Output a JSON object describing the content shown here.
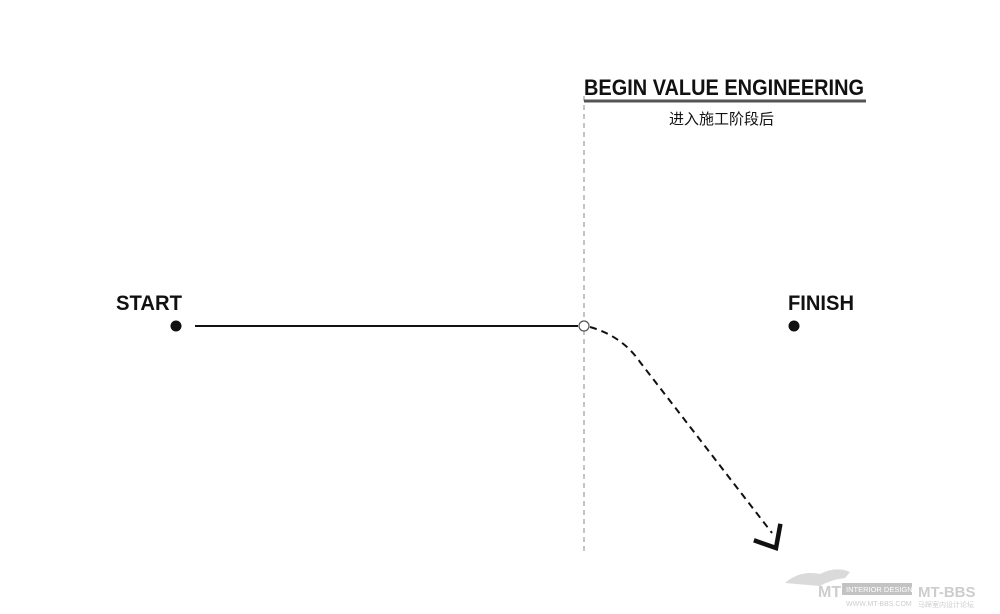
{
  "diagram": {
    "start_label": "START",
    "finish_label": "FINISH",
    "milestone_title": "BEGIN VALUE ENGINEERING",
    "milestone_subtitle": "进入施工阶段后"
  },
  "watermark": {
    "brand_left": "MT",
    "badge_text": "INTERIOR DESIGN",
    "url_text": "WWW.MT-BBS.COM",
    "brand_right": "MT-BBS",
    "brand_right_sub": "马蹄室内设计论坛"
  },
  "colors": {
    "ink": "#111111",
    "divider": "#888888",
    "title": "#444444",
    "watermark": "#c8c8c8"
  }
}
